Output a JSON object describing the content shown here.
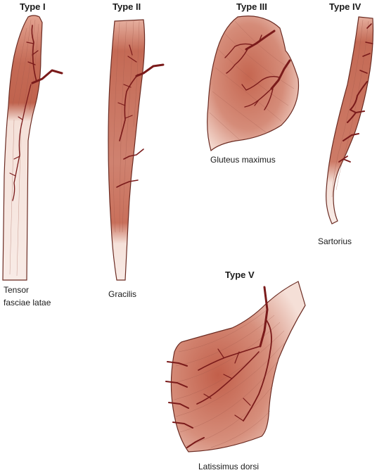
{
  "panels": [
    {
      "type_label": "Type I",
      "muscle_lines": [
        "Tensor",
        "fasciae latae"
      ]
    },
    {
      "type_label": "Type II",
      "muscle_lines": [
        "Gracilis"
      ]
    },
    {
      "type_label": "Type III",
      "muscle_lines": [
        "Gluteus maximus"
      ]
    },
    {
      "type_label": "Type IV",
      "muscle_lines": [
        "Sartorius"
      ]
    },
    {
      "type_label": "Type V",
      "muscle_lines": [
        "Latissimus dorsi"
      ]
    }
  ],
  "colors": {
    "muscle_dark": "#b5533f",
    "muscle_mid": "#d9907b",
    "muscle_light": "#f6e2da",
    "tendon": "#f7e8e2",
    "outline": "#6b2b22",
    "vessel": "#7a1a1a",
    "text": "#1a1a1a"
  }
}
